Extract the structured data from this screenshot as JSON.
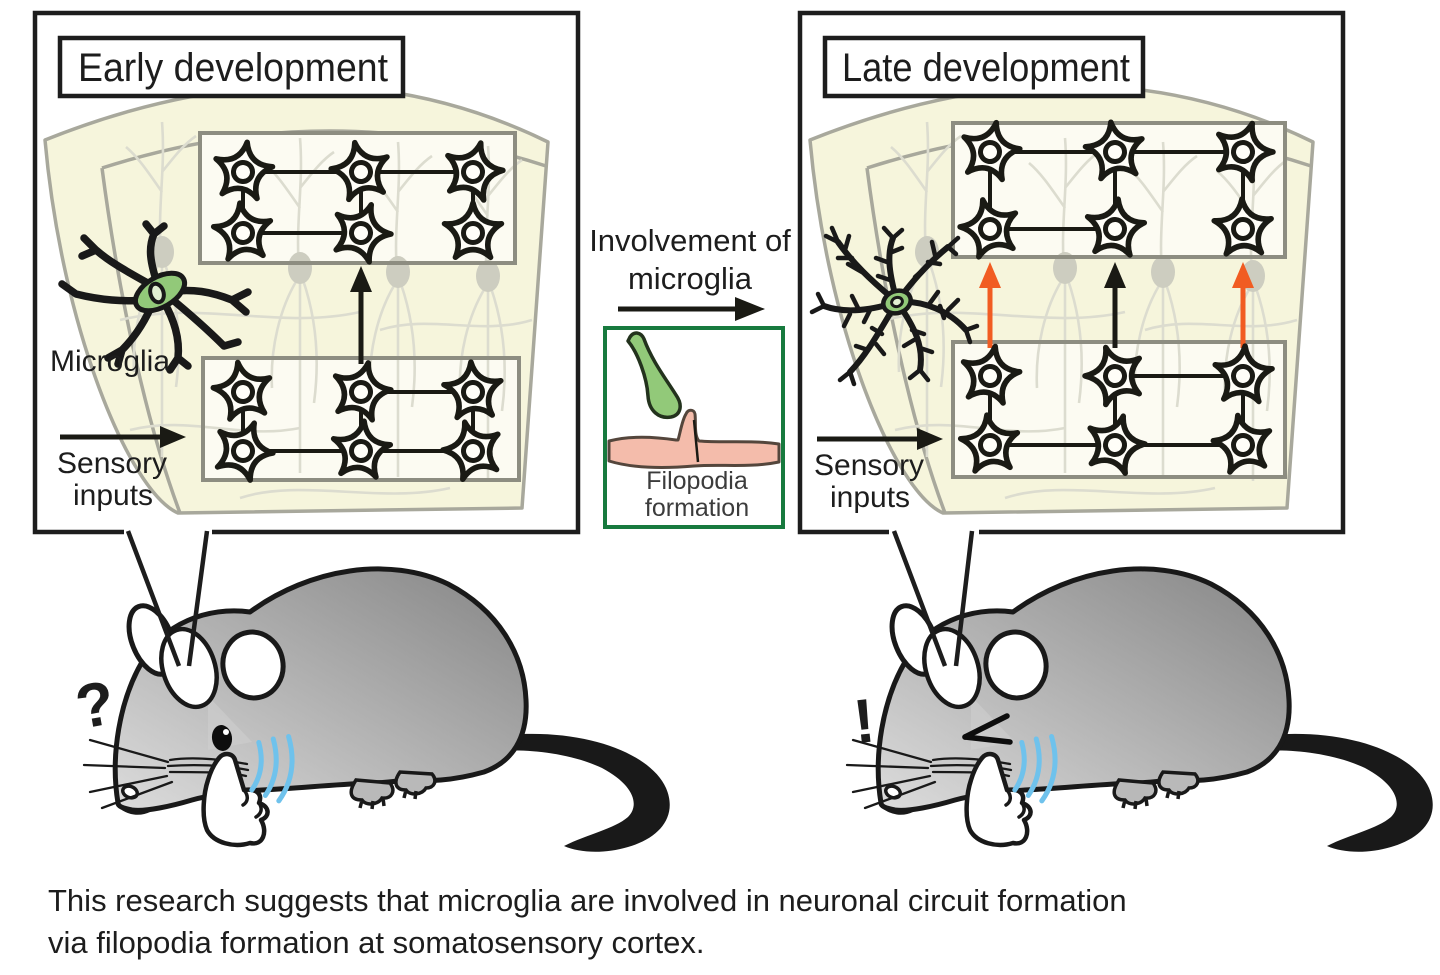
{
  "diagram": {
    "left_panel": {
      "title": "Early development",
      "microglia_label": "Microglia",
      "sensory_line1": "Sensory",
      "sensory_line2": "inputs"
    },
    "right_panel": {
      "title": "Late development",
      "sensory_line1": "Sensory",
      "sensory_line2": "inputs"
    },
    "transition": {
      "label_line1": "Involvement of",
      "label_line2": "microglia"
    },
    "inset": {
      "label_line1": "Filopodia",
      "label_line2": "formation"
    },
    "left_mouse_mark": "?",
    "right_mouse_mark": "!",
    "caption_line1": "This research suggests that microglia are involved in neuronal circuit formation",
    "caption_line2": "via filopodia formation at somatosensory cortex."
  },
  "colors": {
    "cortex_fill": "#f6f5dc",
    "cortex_stroke": "#a8a89c",
    "box_fill": "#fcfbf2",
    "box_stroke": "#8d8d81",
    "bg_neuron_line": "#dcdccf",
    "bg_neuron_soma": "#cdcdc0",
    "neuron_ink": "#1a1a14",
    "microglia_green": "#92c979",
    "nucleus_green": "#e2f0d2",
    "inset_border": "#177a3e",
    "dendrite_pink": "#f4bcab",
    "dendrite_stroke": "#54463c",
    "orange_arrow": "#f15c22",
    "mark_orange": "#f7a41d",
    "whisker_blue": "#6fc2ec",
    "mouse_light": "#dcdcdc",
    "mouse_dark": "#858585",
    "ink": "#191919"
  }
}
